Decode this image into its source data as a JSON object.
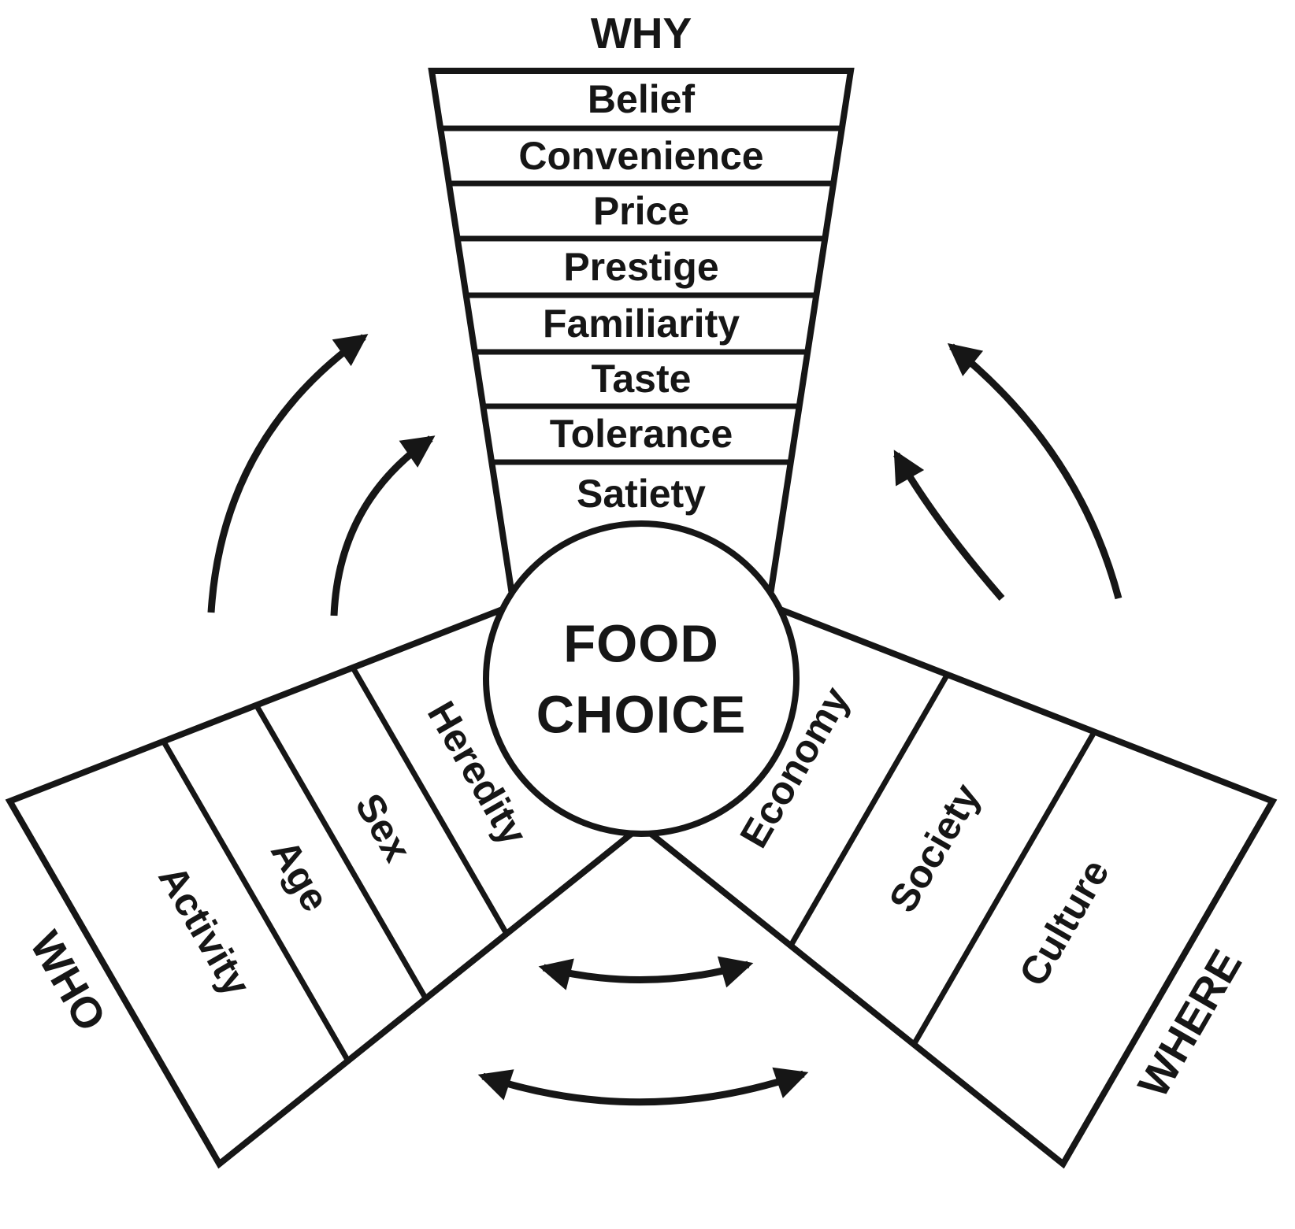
{
  "diagram": {
    "center": {
      "line1": "FOOD",
      "line2": "CHOICE"
    },
    "arms": {
      "why": {
        "label": "WHY",
        "items": [
          "Belief",
          "Convenience",
          "Price",
          "Prestige",
          "Familiarity",
          "Taste",
          "Tolerance",
          "Satiety"
        ]
      },
      "who": {
        "label": "WHO",
        "items": [
          "Activity",
          "Age",
          "Sex",
          "Heredity"
        ]
      },
      "where": {
        "label": "WHERE",
        "items": [
          "Culture",
          "Society",
          "Economy"
        ]
      }
    },
    "arrows": {
      "who_to_why_count": 2,
      "where_to_why_count": 2,
      "who_where_bidirectional_count": 2
    },
    "colors": {
      "ink": "#161616",
      "background": "#ffffff"
    }
  }
}
